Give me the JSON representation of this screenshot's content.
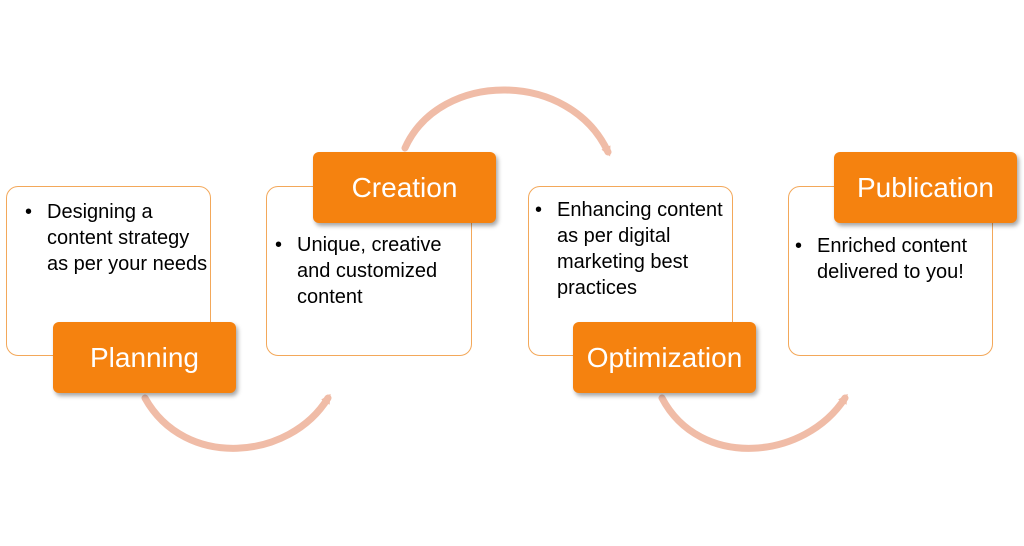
{
  "colors": {
    "label_fill": "#f5820f",
    "card_border": "#f3a85a",
    "arrow": "#f0bca7"
  },
  "steps": [
    {
      "title": "Planning",
      "bullets": [
        "Designing a content strategy as per your needs"
      ]
    },
    {
      "title": "Creation",
      "bullets": [
        "Unique, creative and customized content"
      ]
    },
    {
      "title": "Optimization",
      "bullets": [
        "Enhancing content as per digital marketing best practices"
      ]
    },
    {
      "title": "Publication",
      "bullets": [
        "Enriched content delivered to you!"
      ]
    }
  ]
}
